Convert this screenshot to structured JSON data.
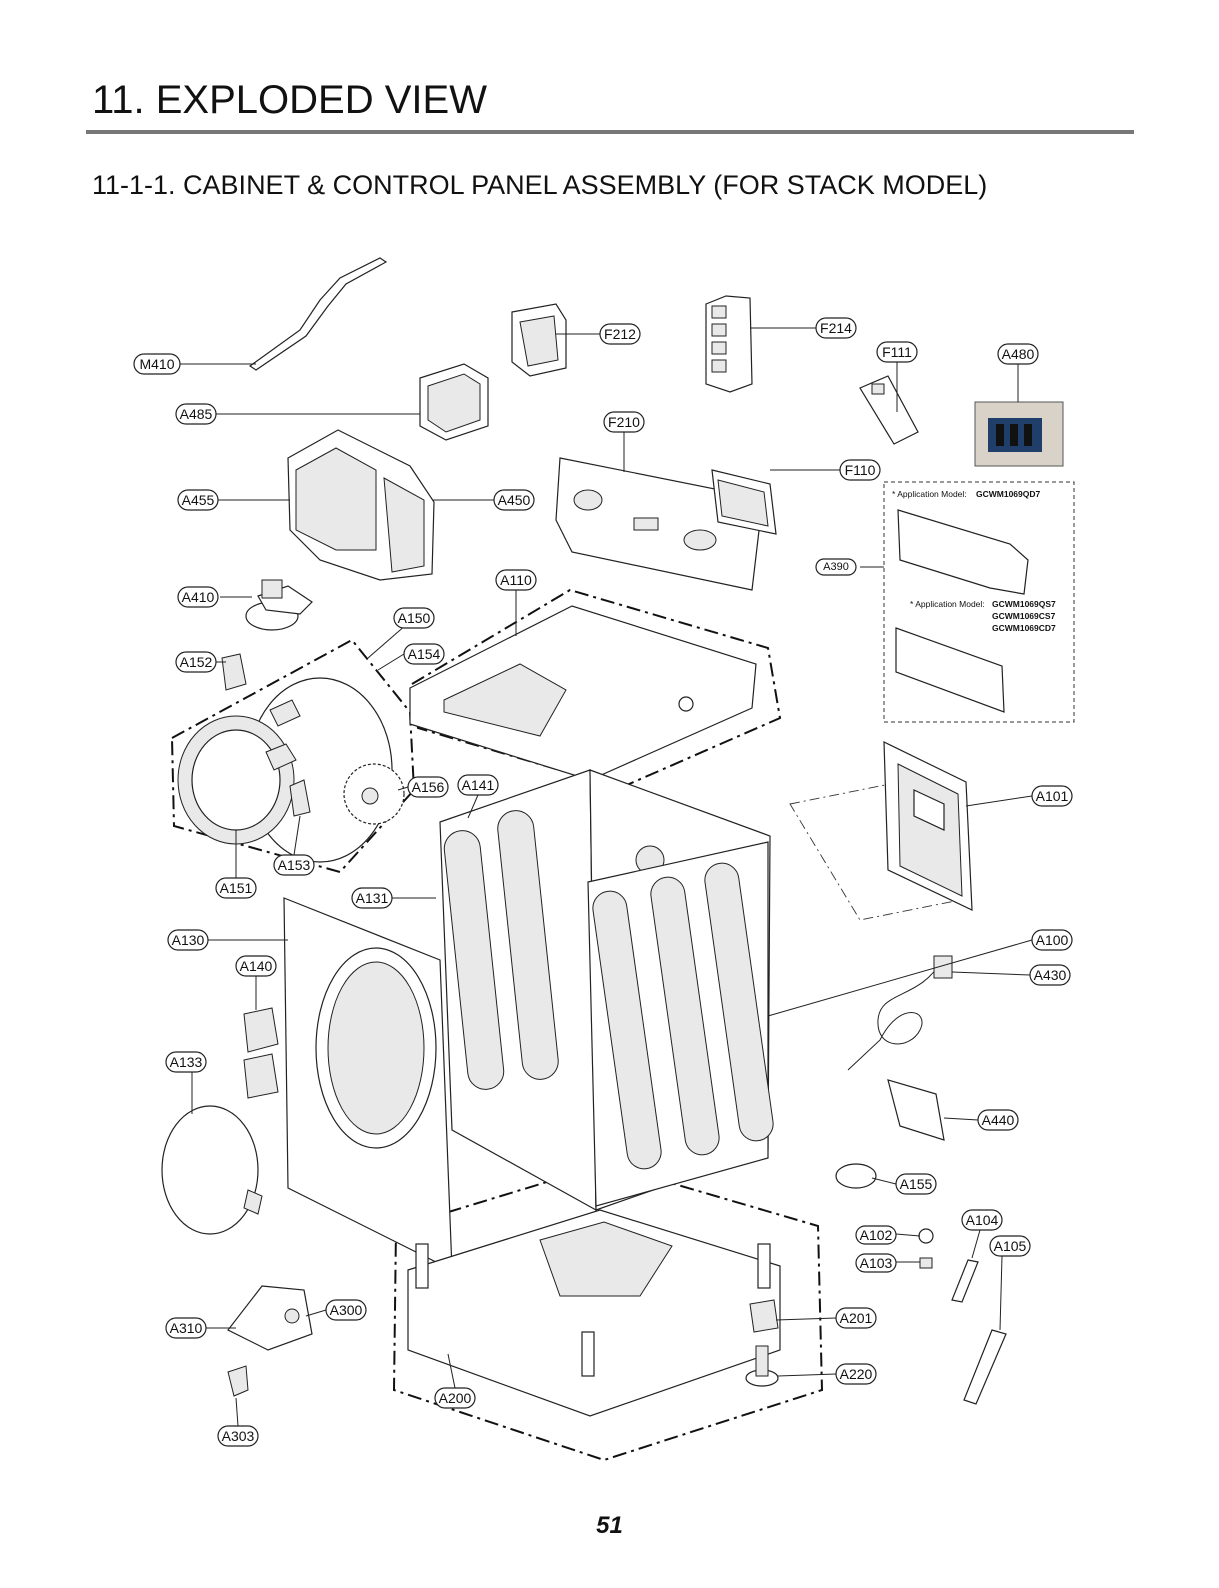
{
  "header": {
    "title": "11. EXPLODED VIEW",
    "section": "11-1-1. CABINET & CONTROL PANEL ASSEMBLY (FOR STACK MODEL)"
  },
  "footer": {
    "page_number": "51"
  },
  "callouts": {
    "M410": "M410",
    "A485": "A485",
    "A455": "A455",
    "A450": "A450",
    "A410": "A410",
    "A152": "A152",
    "A150": "A150",
    "A154": "A154",
    "A156": "A156",
    "A153": "A153",
    "A151": "A151",
    "A130": "A130",
    "A140": "A140",
    "A133": "A133",
    "A310": "A310",
    "A300": "A300",
    "A303": "A303",
    "A200": "A200",
    "A131": "A131",
    "A141": "A141",
    "A110": "A110",
    "F212": "F212",
    "F214": "F214",
    "F111": "F111",
    "A480": "A480",
    "F210": "F210",
    "F110": "F110",
    "A390": "A390",
    "A101": "A101",
    "A100": "A100",
    "A430": "A430",
    "A440": "A440",
    "A155": "A155",
    "A102": "A102",
    "A103": "A103",
    "A104": "A104",
    "A105": "A105",
    "A201": "A201",
    "A220": "A220"
  },
  "notes": {
    "app_model_1_label": "* Application Model:",
    "app_model_1_value": "GCWM1069QD7",
    "app_model_2_label": "* Application Model:",
    "app_model_2_values": [
      "GCWM1069QS7",
      "GCWM1069CS7",
      "GCWM1069CD7"
    ]
  }
}
